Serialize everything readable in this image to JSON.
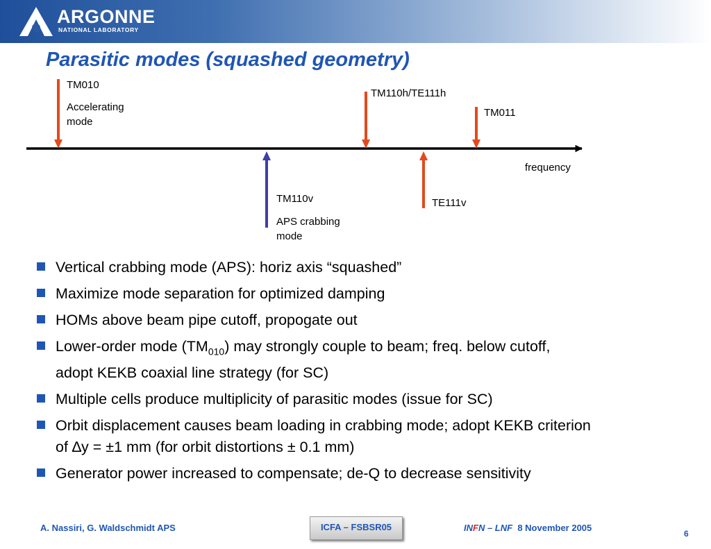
{
  "header": {
    "logo_word": "ARGONNE",
    "logo_sub": "NATIONAL LABORATORY"
  },
  "slide": {
    "title": "Parasitic modes (squashed geometry)"
  },
  "diagram": {
    "axis_label": "frequency",
    "modes_above": [
      {
        "name": "TM010",
        "description": "Accelerating\nmode",
        "color": "#e24a1e"
      },
      {
        "name": "TM110h/TE111h",
        "color": "#e24a1e"
      },
      {
        "name": "TM011",
        "color": "#e24a1e"
      }
    ],
    "modes_below": [
      {
        "name": "TM110v",
        "description": "APS crabbing\nmode",
        "color": "#3b3fa6"
      },
      {
        "name": "TE111v",
        "color": "#e24a1e"
      }
    ]
  },
  "bullets": [
    {
      "text": "Vertical crabbing mode (APS): horiz axis “squashed”"
    },
    {
      "text": "Maximize mode separation for optimized damping"
    },
    {
      "text": "HOMs above beam pipe cutoff, propogate out"
    },
    {
      "pre": "Lower-order mode (TM",
      "sub": "010",
      "post": ") may strongly couple to beam; freq. below cutoff, adopt KEKB coaxial line strategy (for SC)"
    },
    {
      "text": "Multiple cells produce multiplicity of parasitic modes (issue for SC)"
    },
    {
      "text": "Orbit displacement causes beam loading in crabbing mode; adopt KEKB criterion of ∆y = ±1 mm (for orbit distortions ± 0.1 mm)"
    },
    {
      "text": "Generator power increased to compensate; de-Q to decrease sensitivity"
    }
  ],
  "footer": {
    "authors": "A. Nassiri, G. Waldschmidt  APS",
    "conference": "ICFA – FSBSR05",
    "infn_a": "IN",
    "infn_b": "F",
    "infn_c": "N – LNF",
    "date": "8 November 2005",
    "page": "6"
  },
  "colors": {
    "accent_blue": "#1f56b3",
    "arrow_red": "#e24a1e",
    "arrow_blue": "#3b3fa6"
  }
}
